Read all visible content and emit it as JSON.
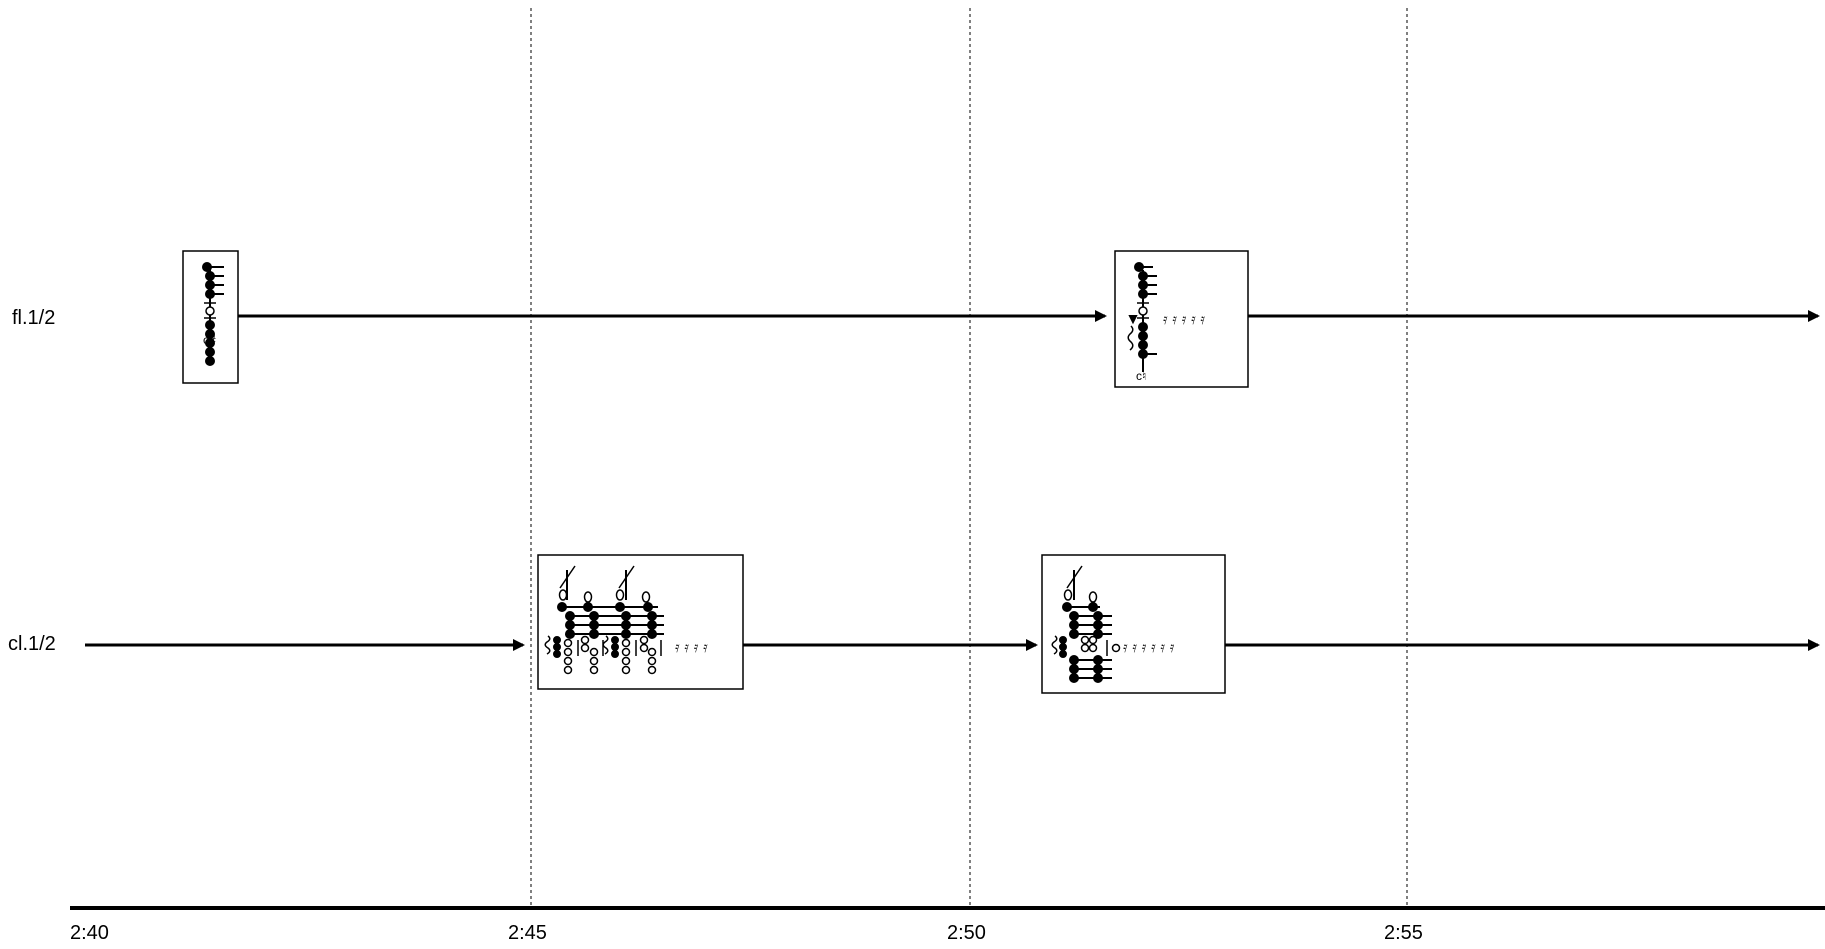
{
  "timeline": {
    "ticks": [
      "2:40",
      "2:45",
      "2:50",
      "2:55"
    ]
  },
  "tracks": [
    {
      "label": "fl.1/2"
    },
    {
      "label": "cl.1/2"
    }
  ],
  "boxes": {
    "fl_box_1": {
      "note_label": "c#"
    },
    "fl_box_2": {
      "note_label": "c♮",
      "rests": "𝄿 𝄿 𝄿 𝄿 𝄿"
    },
    "cl_box_1": {
      "rests": "𝄿 𝄿 𝄿 𝄿"
    },
    "cl_box_2": {
      "rests": "𝄿 𝄿 𝄿 𝄿 𝄿 𝄿"
    }
  },
  "colors": {
    "ink": "#000000",
    "background": "#ffffff",
    "gridline": "#000000"
  }
}
